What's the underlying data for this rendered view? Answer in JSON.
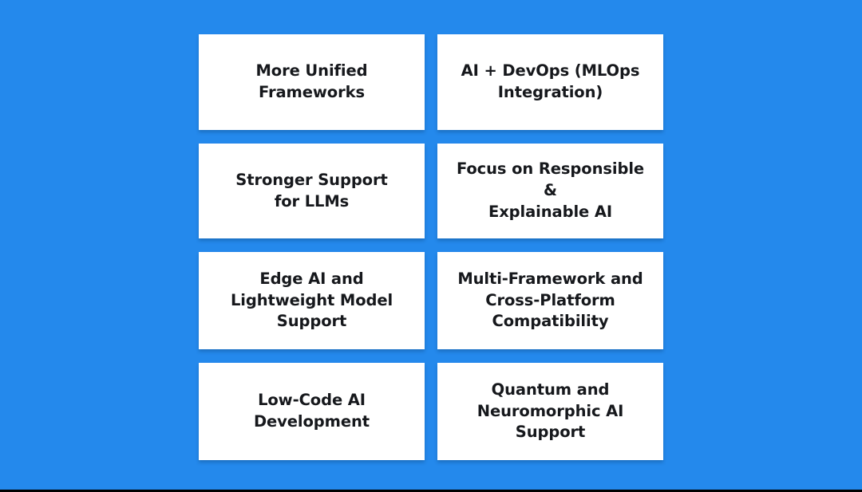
{
  "slide": {
    "background_color": "#2489EC",
    "card_color": "#FFFFFF",
    "text_color": "#16181C",
    "bottom_strip_color": "#000000",
    "columns": 2,
    "rows": 4,
    "cards": [
      {
        "id": "more-unified-frameworks",
        "label": "More Unified\nFrameworks"
      },
      {
        "id": "ai-devops-mlops-integration",
        "label": "AI + DevOps (MLOps\nIntegration)"
      },
      {
        "id": "stronger-support-for-llms",
        "label": "Stronger Support\nfor LLMs"
      },
      {
        "id": "focus-on-responsible-explainable-ai",
        "label": "Focus on Responsible &\nExplainable AI"
      },
      {
        "id": "edge-ai-lightweight-model-support",
        "label": "Edge AI and\nLightweight Model\nSupport"
      },
      {
        "id": "multi-framework-cross-platform-compatibility",
        "label": "Multi-Framework and\nCross-Platform\nCompatibility"
      },
      {
        "id": "low-code-ai-development",
        "label": "Low-Code AI\nDevelopment"
      },
      {
        "id": "quantum-neuromorphic-ai-support",
        "label": "Quantum and\nNeuromorphic AI\nSupport"
      }
    ]
  }
}
